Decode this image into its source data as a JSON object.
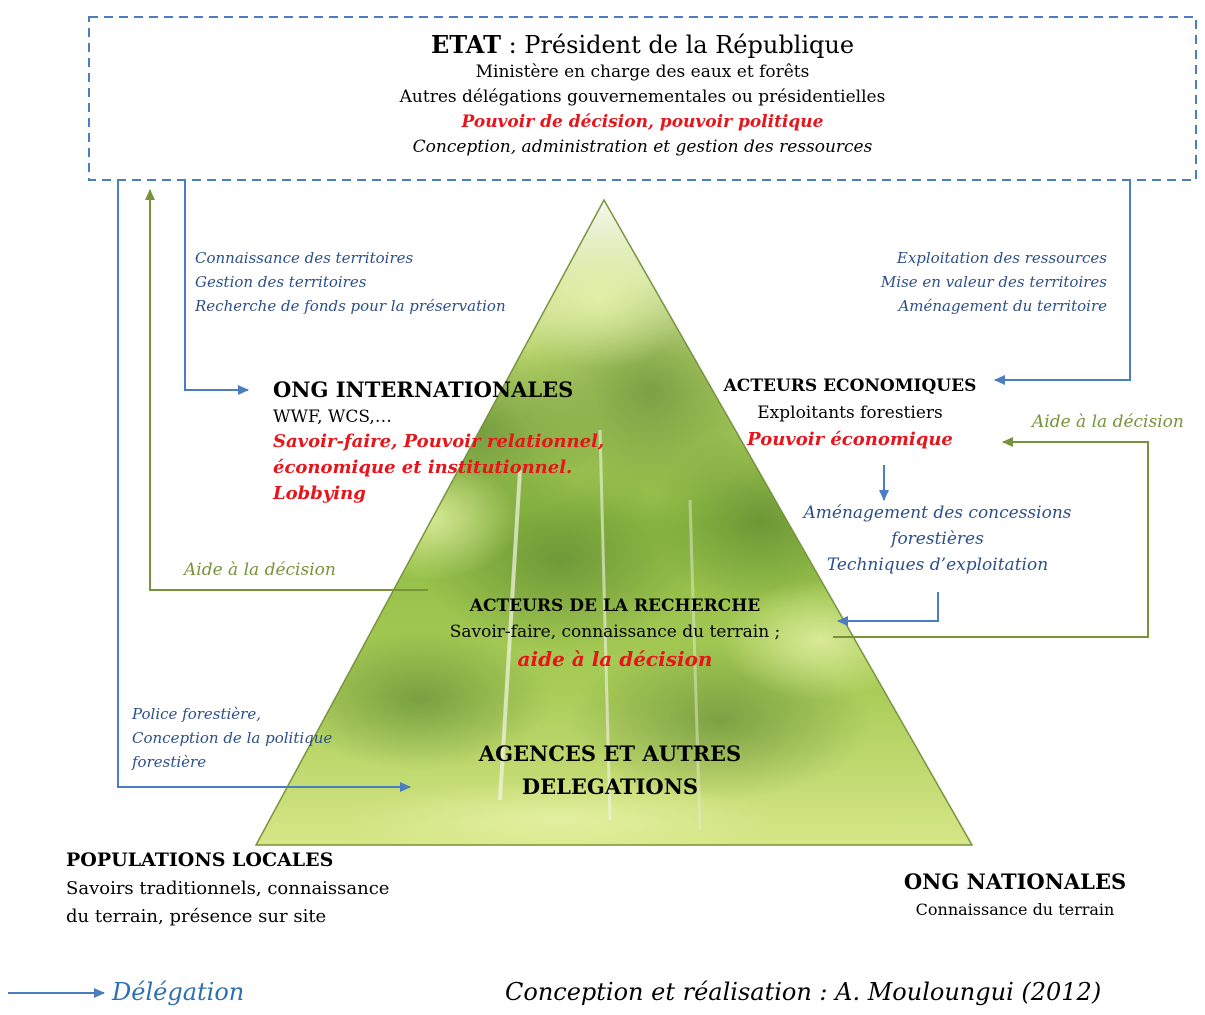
{
  "colors": {
    "blue_arrow": "#4a7ec0",
    "green_arrow": "#77933c",
    "decision_red": "#e8141b",
    "italic_blue_text": "#2c4f8a",
    "forest_dark": "#4f7a2a",
    "forest_light": "#d8ea8a"
  },
  "etat": {
    "title_bold": "ETAT",
    "title_rest": " : Président de la République",
    "line1": "Ministère en charge des eaux et forêts",
    "line2": "Autres délégations gouvernementales ou présidentielles",
    "power": "Pouvoir de décision, pouvoir politique",
    "role": "Conception, administration et gestion des ressources"
  },
  "left_flow": {
    "lines": [
      "Connaissance des territoires",
      "Gestion des territoires",
      "Recherche de fonds pour la préservation"
    ]
  },
  "right_flow": {
    "lines": [
      "Exploitation des ressources",
      "Mise en valeur des territoires",
      "Aménagement du territoire"
    ]
  },
  "ong_internationales": {
    "title": "ONG INTERNATIONALES",
    "members": "WWF, WCS,…",
    "power": [
      "Savoir-faire, Pouvoir relationnel,",
      "économique et institutionnel.",
      "Lobbying"
    ]
  },
  "acteurs_economiques": {
    "title": "ACTEURS ECONOMIQUES",
    "members": "Exploitants forestiers",
    "power": "Pouvoir économique",
    "aide": "Aide à la décision"
  },
  "concessions": {
    "lines": [
      "Aménagement des concessions",
      "forestières",
      "Techniques d’exploitation"
    ]
  },
  "aide_left": "Aide à la décision",
  "recherche": {
    "title": "ACTEURS DE LA RECHERCHE",
    "desc": "Savoir-faire, connaissance du terrain ;",
    "power": "aide à la décision"
  },
  "police": {
    "lines": [
      "Police forestière,",
      "Conception de la politique",
      "forestière"
    ]
  },
  "agences": {
    "lines": [
      "AGENCES ET AUTRES",
      "DELEGATIONS"
    ]
  },
  "populations": {
    "title": "POPULATIONS LOCALES",
    "lines": [
      "Savoirs traditionnels, connaissance",
      "du terrain, présence sur site"
    ]
  },
  "ong_nationales": {
    "title": "ONG NATIONALES",
    "desc": "Connaissance du terrain"
  },
  "legend": {
    "delegation": "Délégation"
  },
  "credit": "Conception et réalisation : A. Mouloungui (2012)"
}
